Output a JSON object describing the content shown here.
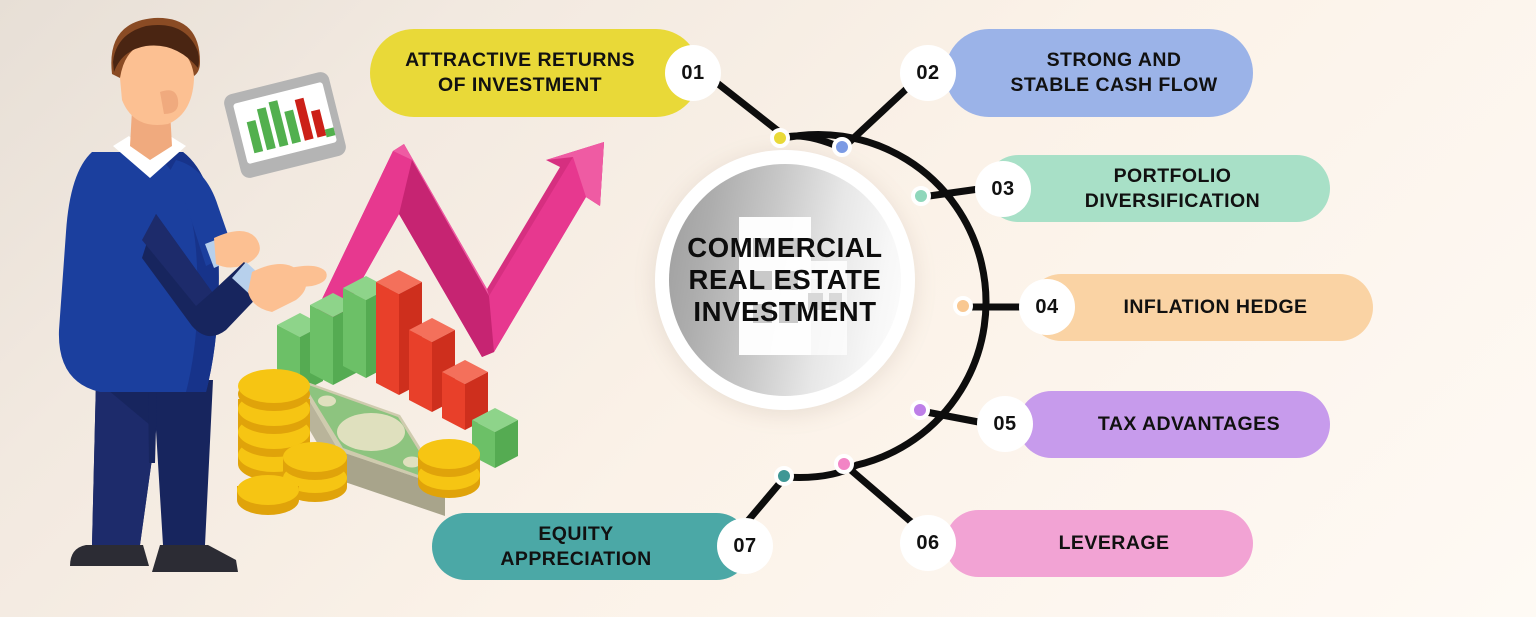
{
  "background": {
    "gradient_from": "#e7dfd6",
    "gradient_to": "#fefaf4"
  },
  "hub": {
    "title_line_1": "COMMERCIAL",
    "title_line_2": "REAL ESTATE",
    "title_line_3": "INVESTMENT",
    "icon": "office-building-icon",
    "ring_color": "#ffffff",
    "fill_from": "#9e9e9e",
    "fill_to": "#fdfdfd"
  },
  "illustration": {
    "name": "businessman-with-tablet-and-growth-chart",
    "elements": [
      "businessman-blue-suit",
      "tablet-bar-chart",
      "pink-growth-arrow",
      "isometric-bar-chart",
      "gold-coin-stacks",
      "banknote"
    ],
    "suit_color": "#1b3f9e",
    "arrow_color": "#e0398a",
    "coin_color": "#f6c513",
    "bar_green": "#6cc067",
    "bar_red": "#e8402a"
  },
  "items": [
    {
      "number": "01",
      "label": "ATTRACTIVE RETURNS OF INVESTMENT",
      "color": "#e9d938",
      "dot_color": "#e9d938",
      "side": "left"
    },
    {
      "number": "02",
      "label": "STRONG AND STABLE CASH FLOW",
      "color": "#9bb3e8",
      "dot_color": "#7b9ae4",
      "side": "right"
    },
    {
      "number": "03",
      "label": "PORTFOLIO DIVERSIFICATION",
      "color": "#a8e0c7",
      "dot_color": "#8fd7bb",
      "side": "right"
    },
    {
      "number": "04",
      "label": "INFLATION HEDGE",
      "color": "#fad3a4",
      "dot_color": "#f9c892",
      "side": "right"
    },
    {
      "number": "05",
      "label": "TAX ADVANTAGES",
      "color": "#c79bec",
      "dot_color": "#bd7fe8",
      "side": "right"
    },
    {
      "number": "06",
      "label": "LEVERAGE",
      "color": "#f2a3d4",
      "dot_color": "#f285c5",
      "side": "right"
    },
    {
      "number": "07",
      "label": "EQUITY APPRECIATION",
      "color": "#4ba8a6",
      "dot_color": "#3f9795",
      "side": "left"
    }
  ]
}
